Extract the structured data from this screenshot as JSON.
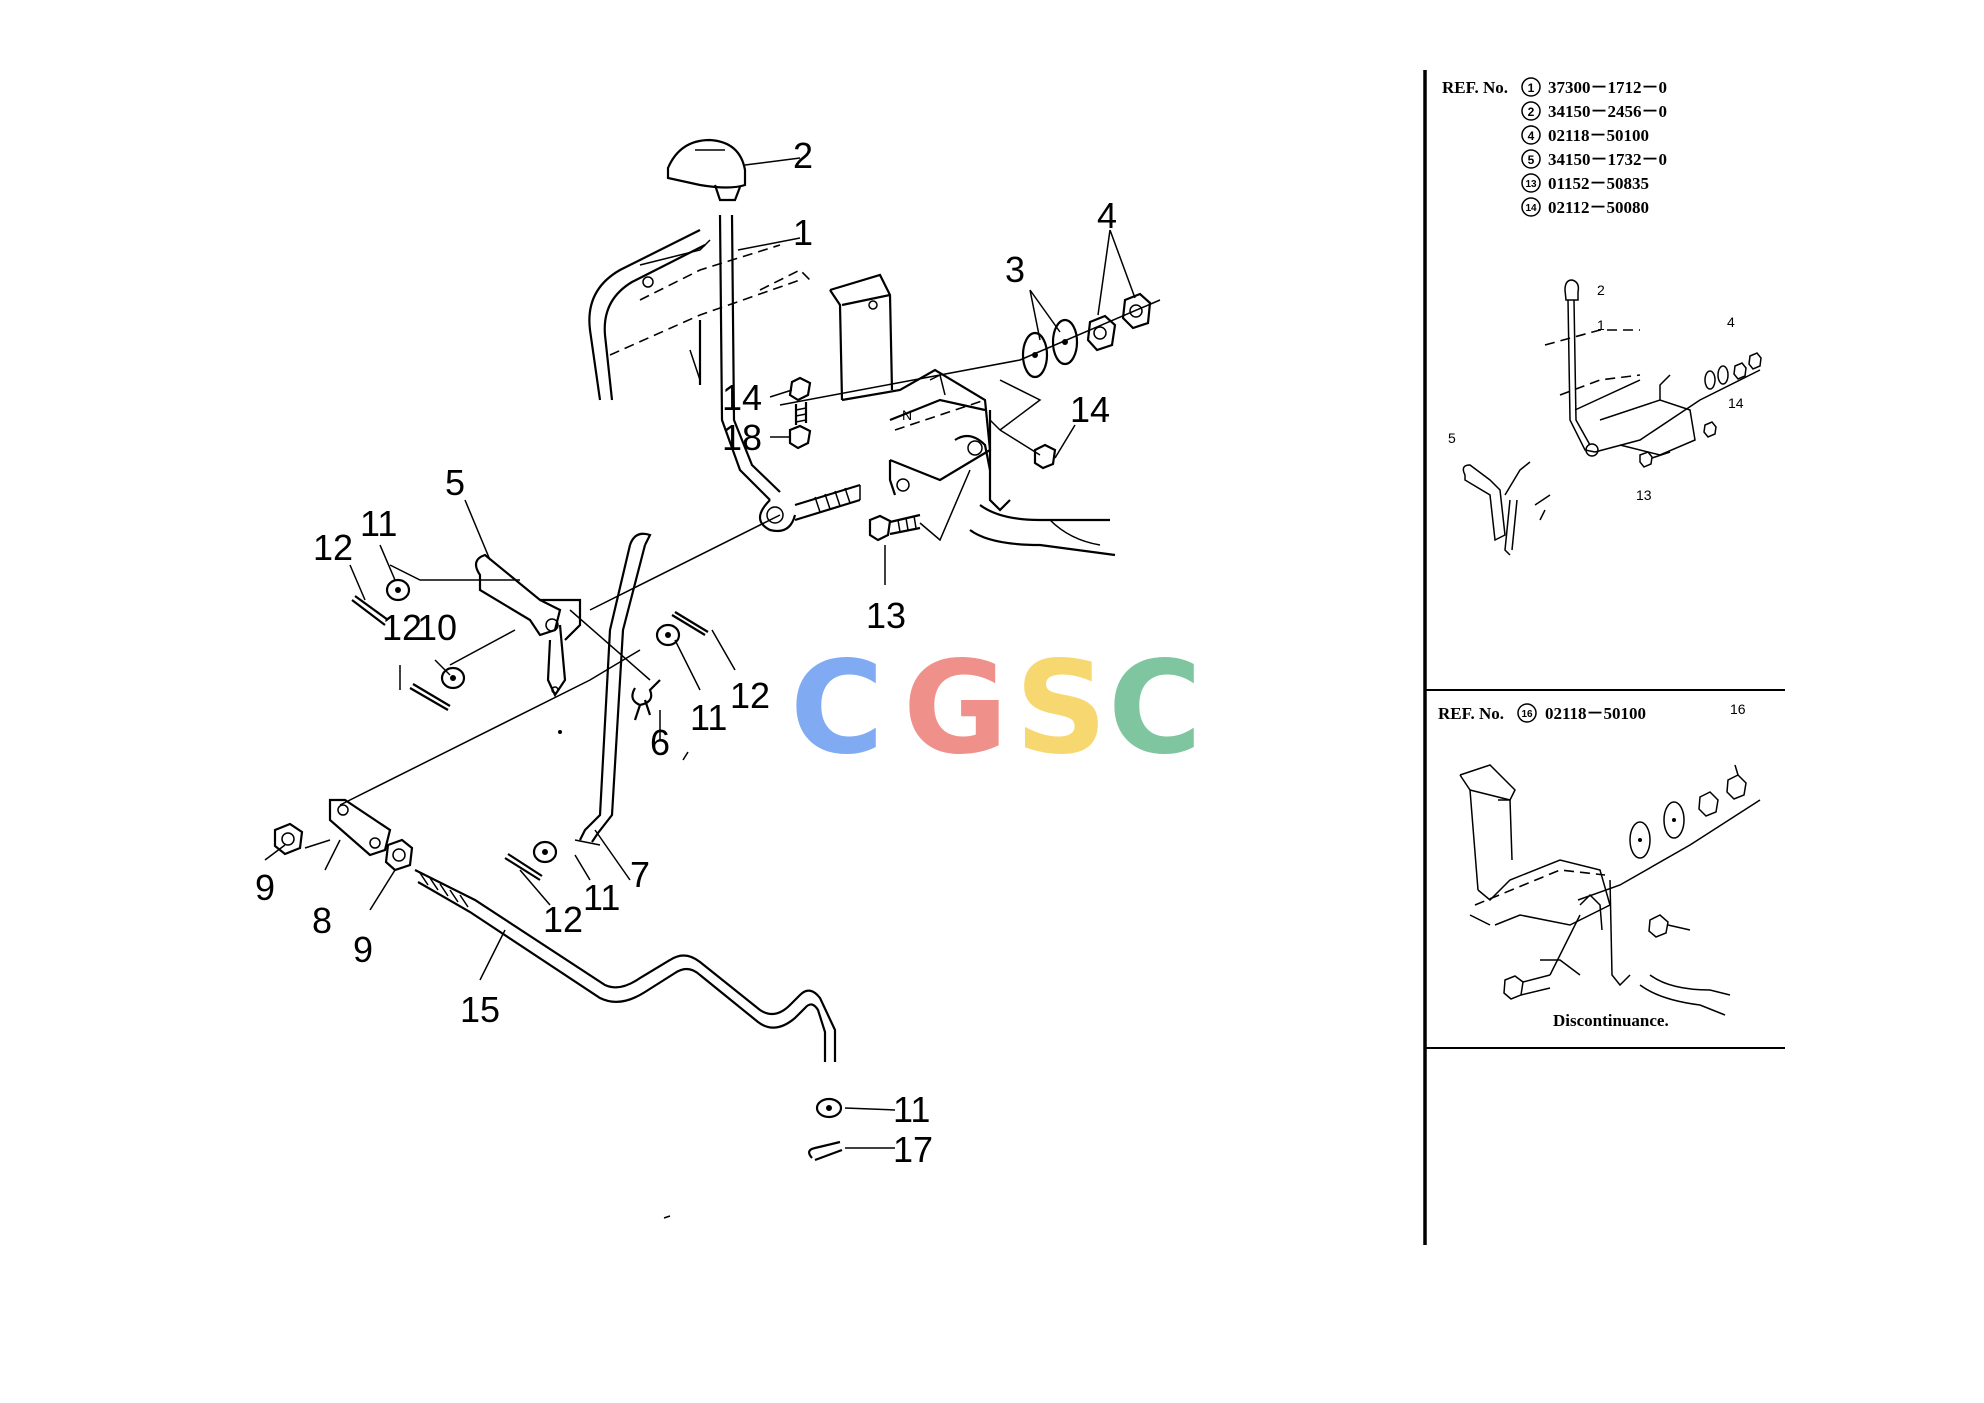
{
  "callouts": {
    "c1": "1",
    "c2": "2",
    "c3": "3",
    "c4": "4",
    "c5": "5",
    "c6": "6",
    "c7": "7",
    "c8": "8",
    "c9a": "9",
    "c9b": "9",
    "c10": "10",
    "c11a": "11",
    "c11b": "11",
    "c11c": "11",
    "c11d": "11",
    "c12a": "12",
    "c12b": "12",
    "c12c": "12",
    "c12d": "12",
    "c13": "13",
    "c14a": "14",
    "c14b": "14",
    "c15": "15",
    "c17": "17",
    "c18": "18"
  },
  "ref_list": {
    "label": "REF. No.",
    "items": [
      {
        "ref": "1",
        "part": "37300－1712－0"
      },
      {
        "ref": "2",
        "part": "34150－2456－0"
      },
      {
        "ref": "4",
        "part": "02118－50100"
      },
      {
        "ref": "5",
        "part": "34150－1732－0"
      },
      {
        "ref": "13",
        "part": "01152－50835"
      },
      {
        "ref": "14",
        "part": "02112－50080"
      }
    ]
  },
  "inset_callouts": {
    "i1": "1",
    "i2": "2",
    "i4": "4",
    "i5": "5",
    "i13": "13",
    "i14": "14"
  },
  "ref_list_2": {
    "label": "REF. No.",
    "items": [
      {
        "ref": "16",
        "part": "02118－50100"
      }
    ],
    "callout": "16",
    "note": "Discontinuance."
  },
  "logo": {
    "letters": [
      "C",
      "G",
      "S",
      "C"
    ],
    "colors": [
      "#80aaf2",
      "#f0908a",
      "#f7d870",
      "#7fc6a0"
    ]
  }
}
